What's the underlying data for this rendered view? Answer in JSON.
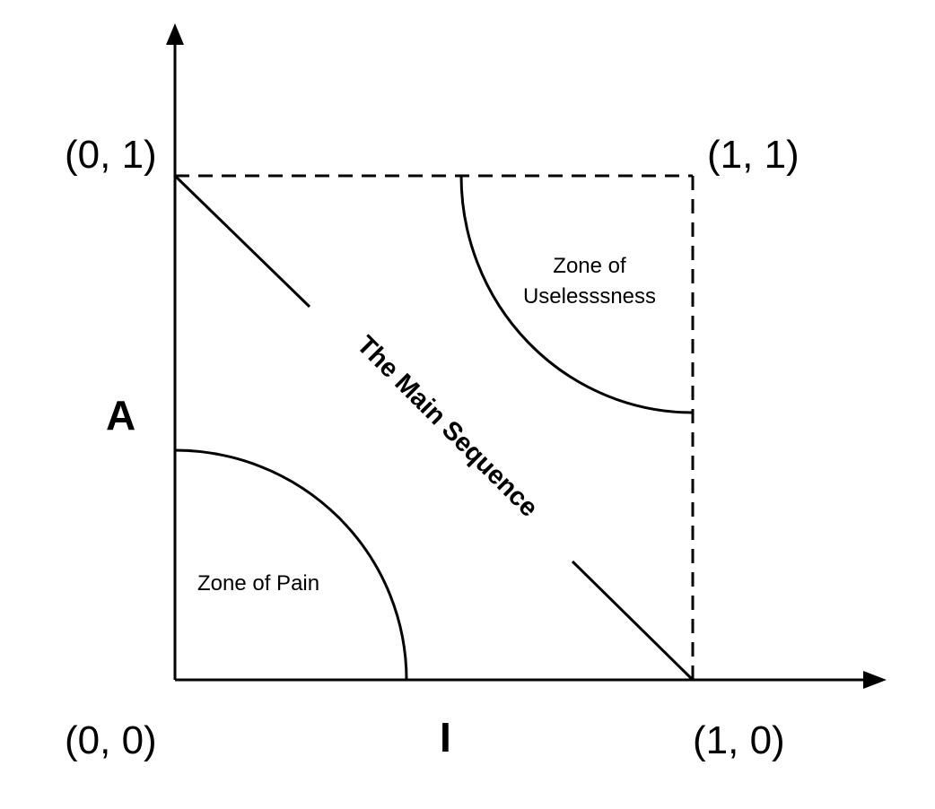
{
  "axes": {
    "y_label": "A",
    "x_label": "I"
  },
  "corners": {
    "top_left": "(0, 1)",
    "top_right": "(1, 1)",
    "bottom_left": "(0, 0)",
    "bottom_right": "(1, 0)"
  },
  "zones": {
    "pain": "Zone of Pain",
    "uselessness_line1": "Zone of",
    "uselessness_line2": "Uselesssness"
  },
  "main_sequence": "The Main Sequence"
}
